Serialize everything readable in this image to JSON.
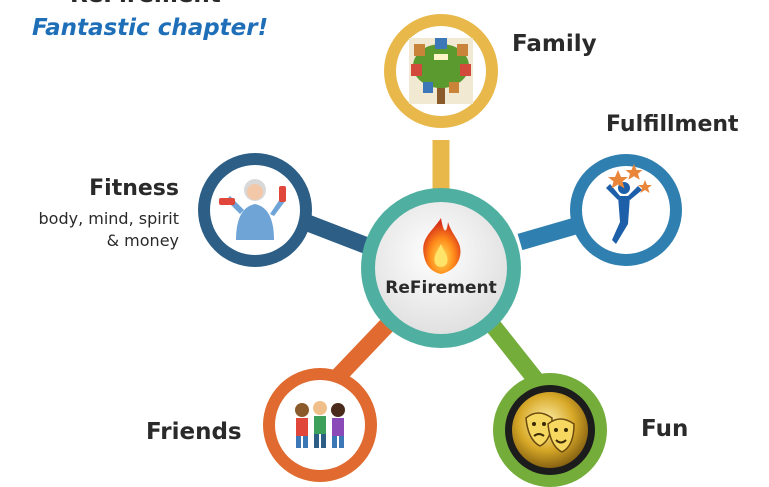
{
  "header": {
    "cut_title": "ReFirement",
    "tagline": "Fantastic chapter!"
  },
  "hub": {
    "label": "ReFirement",
    "icon": "flame-icon"
  },
  "nodes": {
    "family": {
      "label": "Family",
      "icon": "family-tree-icon",
      "color": "#e8b84a"
    },
    "fulfillment": {
      "label": "Fulfillment",
      "icon": "star-achiever-icon",
      "color": "#2f7fb0"
    },
    "fitness": {
      "label": "Fitness",
      "description": [
        "body, mind, spirit",
        "& money"
      ],
      "icon": "dumbbell-exercise-icon",
      "color": "#2d5f86"
    },
    "friends": {
      "label": "Friends",
      "icon": "friends-group-icon",
      "color": "#e06a2f"
    },
    "fun": {
      "label": "Fun",
      "icon": "theater-masks-icon",
      "color": "#74ad3a"
    }
  },
  "colors": {
    "hub_ring": "#4fb0a2",
    "tagline": "#1f6fb8"
  }
}
